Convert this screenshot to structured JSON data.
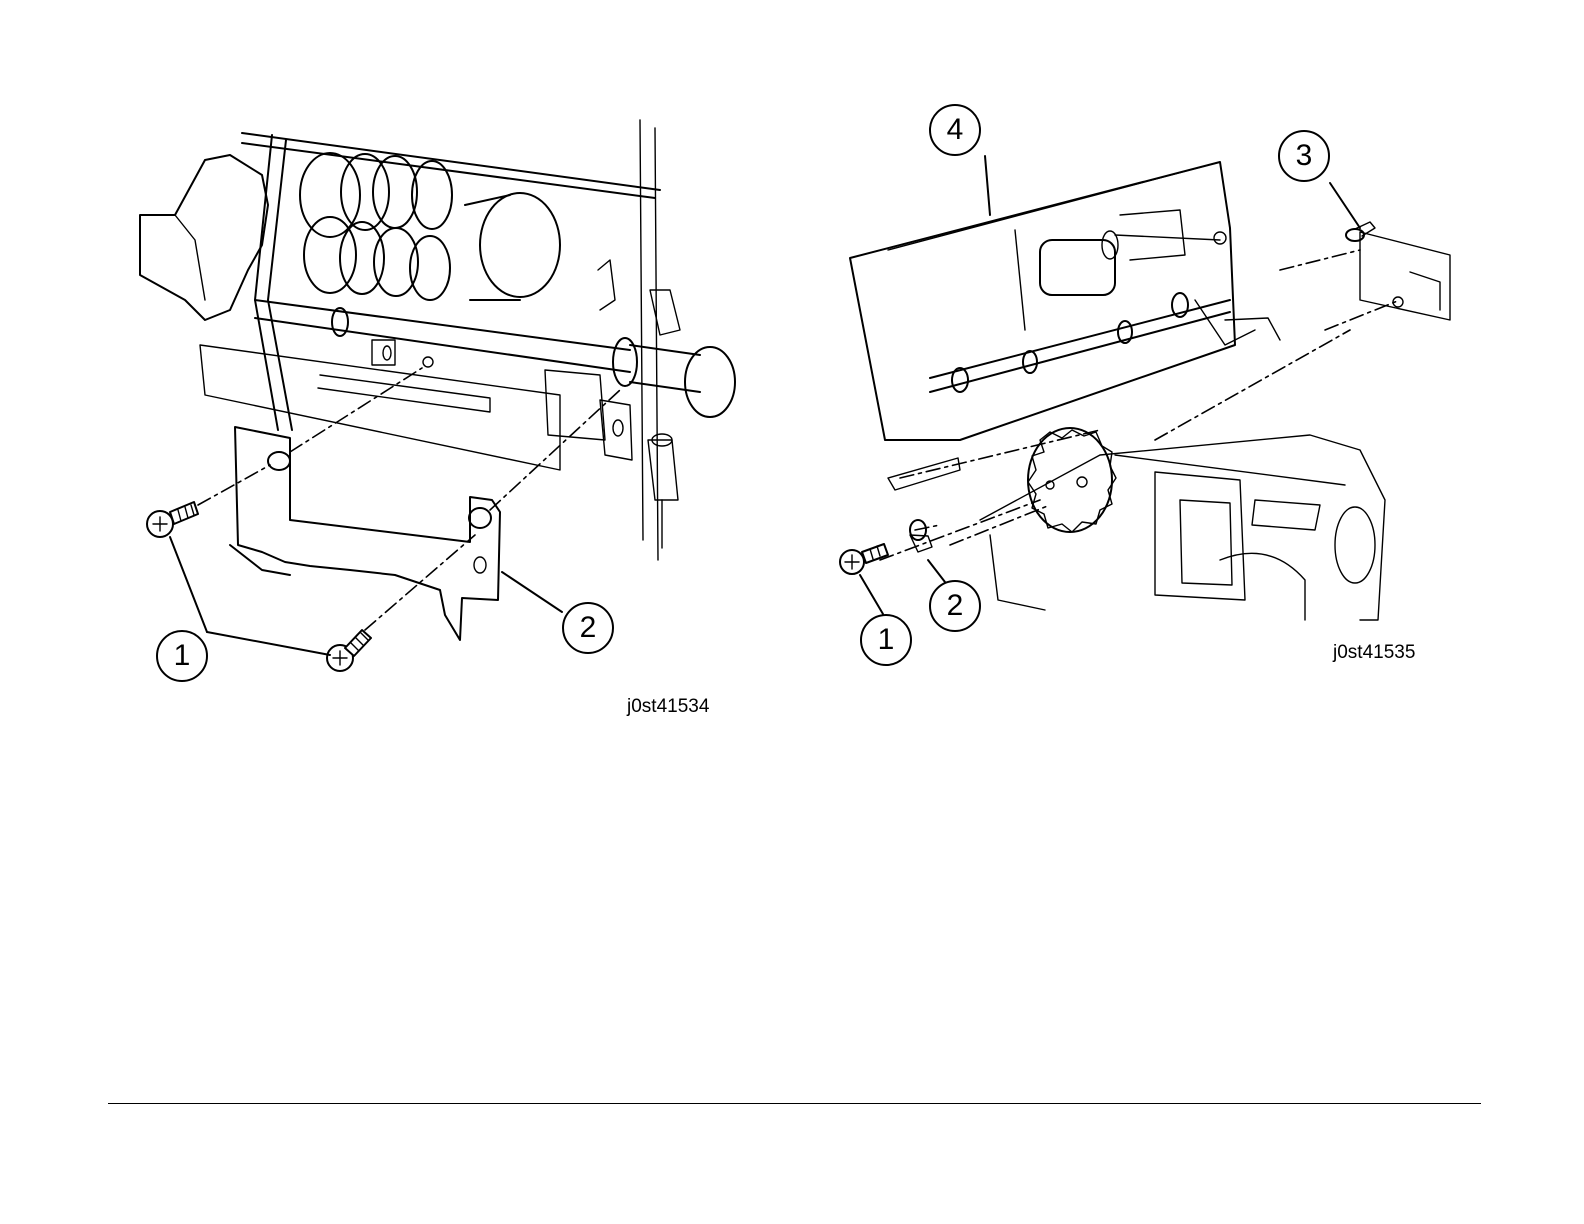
{
  "figures": [
    {
      "id": "j0st41534",
      "callouts": [
        "1",
        "2"
      ]
    },
    {
      "id": "j0st41535",
      "callouts": [
        "1",
        "2",
        "3",
        "4"
      ]
    }
  ]
}
